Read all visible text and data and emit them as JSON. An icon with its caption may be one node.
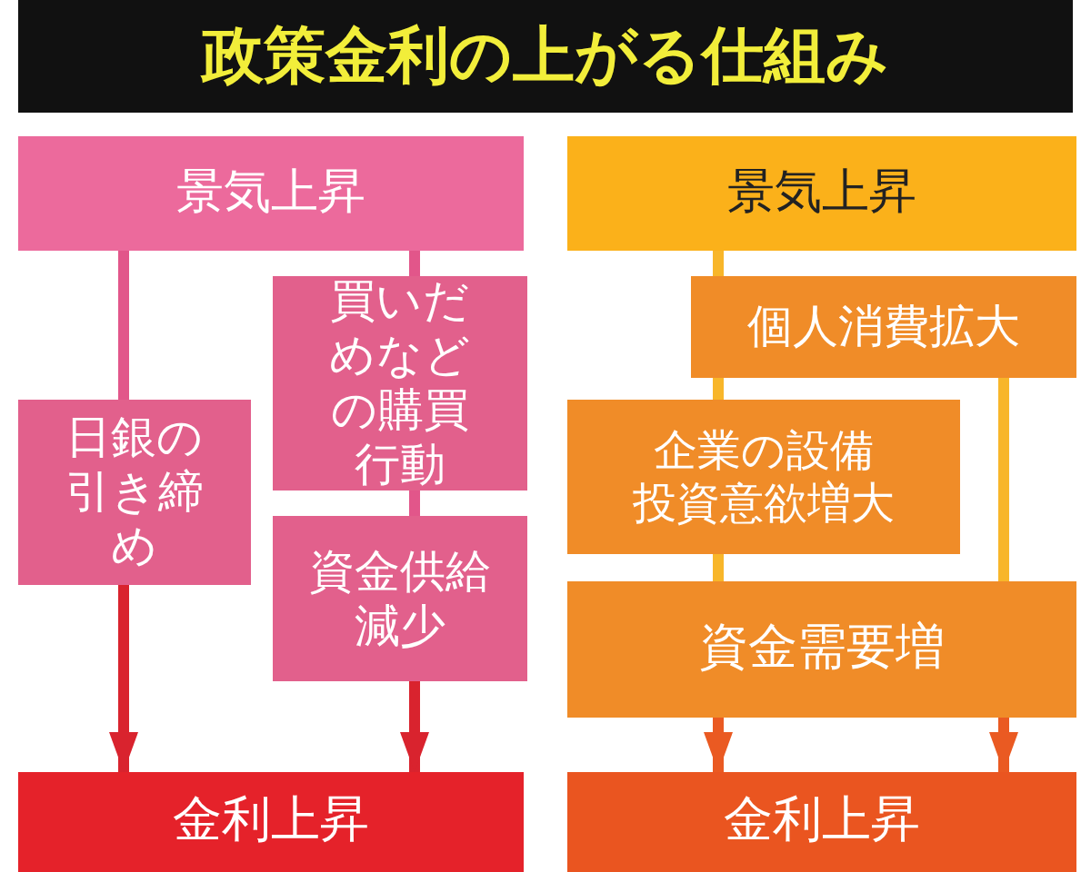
{
  "diagram": {
    "title": "政策金利の上がる仕組み",
    "nodes": [
      {
        "text": [
          "景気上昇"
        ]
      },
      {
        "text": [
          "買いだめなどの購買行動"
        ]
      },
      {
        "text": [
          "日銀の引き締め"
        ]
      },
      {
        "text": [
          "資金供給減少"
        ]
      },
      {
        "text": [
          "金利上昇"
        ]
      },
      {
        "text": [
          "景気上昇"
        ]
      },
      {
        "text": [
          "個人消費拡大"
        ]
      },
      {
        "text": [
          "企業の設備投資意欲増大"
        ]
      },
      {
        "text": [
          "資金需要増"
        ]
      },
      {
        "text": [
          "金利上昇"
        ]
      }
    ],
    "edges": [
      {
        "from": 0,
        "to": 2,
        "arrow": "none",
        "color": "#e2568a"
      },
      {
        "from": 2,
        "to": 4,
        "arrow": "to",
        "color": "#d9232e"
      },
      {
        "from": 0,
        "to": 1,
        "arrow": "none",
        "color": "#e2568a"
      },
      {
        "from": 1,
        "to": 3,
        "arrow": "none",
        "color": "#e2568a"
      },
      {
        "from": 3,
        "to": 4,
        "arrow": "to",
        "color": "#d9232e"
      },
      {
        "from": 5,
        "to": 6,
        "arrow": "none",
        "color": "#f8b62a"
      },
      {
        "from": 6,
        "to": 7,
        "arrow": "none",
        "color": "#f8b62a"
      },
      {
        "from": 7,
        "to": 8,
        "arrow": "none",
        "color": "#f8b62a"
      },
      {
        "from": 8,
        "to": 9,
        "arrow": "to",
        "color": "#ea5a22"
      },
      {
        "from": 6,
        "to": 8,
        "arrow": "none",
        "color": "#f8b62a"
      },
      {
        "from": 8,
        "to": 9,
        "arrow": "to",
        "color": "#ea5a22"
      }
    ]
  }
}
